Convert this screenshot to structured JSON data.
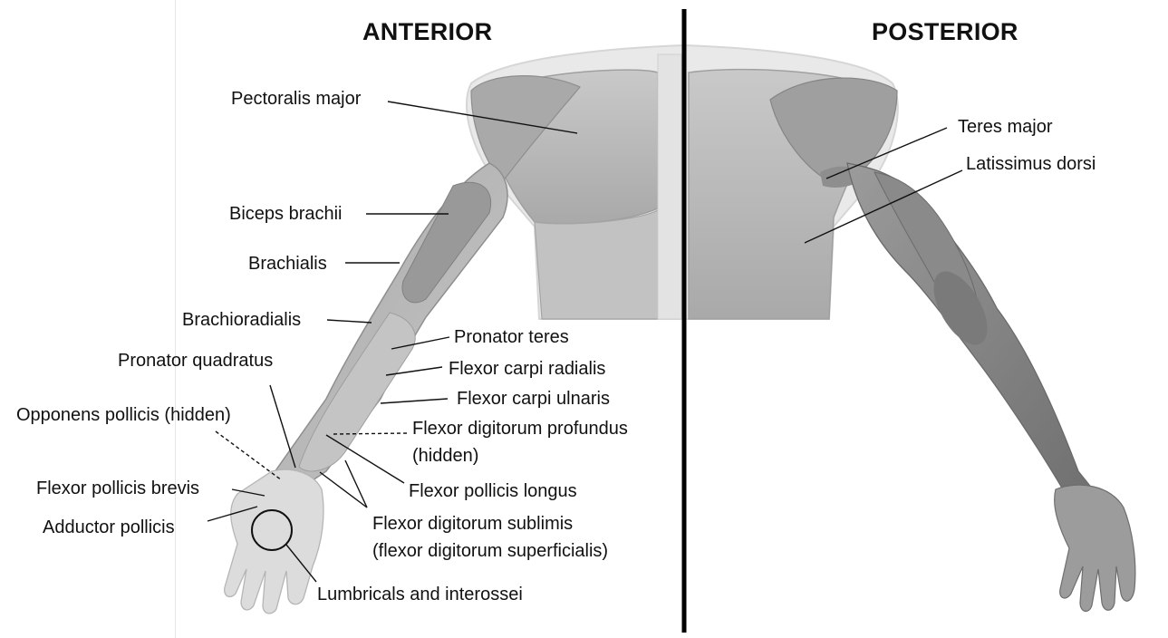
{
  "headers": {
    "anterior": "ANTERIOR",
    "posterior": "POSTERIOR"
  },
  "labels": {
    "pectoralis_major": "Pectoralis major",
    "biceps_brachii": "Biceps brachii",
    "brachialis": "Brachialis",
    "brachioradialis": "Brachioradialis",
    "pronator_quadratus": "Pronator quadratus",
    "opponens_pollicis": "Opponens pollicis (hidden)",
    "flexor_pollicis_brevis": "Flexor pollicis brevis",
    "adductor_pollicis": "Adductor pollicis",
    "pronator_teres": "Pronator teres",
    "flexor_carpi_radialis": "Flexor carpi radialis",
    "flexor_carpi_ulnaris": "Flexor carpi ulnaris",
    "flexor_digitorum_profundus_line1": "Flexor digitorum profundus",
    "flexor_digitorum_profundus_line2": "(hidden)",
    "flexor_pollicis_longus": "Flexor pollicis longus",
    "flexor_digitorum_sublimis_line1": "Flexor digitorum sublimis",
    "flexor_digitorum_sublimis_line2": "(flexor digitorum superficialis)",
    "lumbricals_interossei": "Lumbricals and interossei",
    "teres_major": "Teres major",
    "latissimus_dorsi": "Latissimus dorsi"
  },
  "colors": {
    "ink": "#111111",
    "divider": "#000000",
    "skin_outline": "#d8d8d8",
    "muscle_light": "#b9b9b9",
    "muscle_mid": "#9a9a9a",
    "muscle_dark": "#7d7d7d"
  }
}
